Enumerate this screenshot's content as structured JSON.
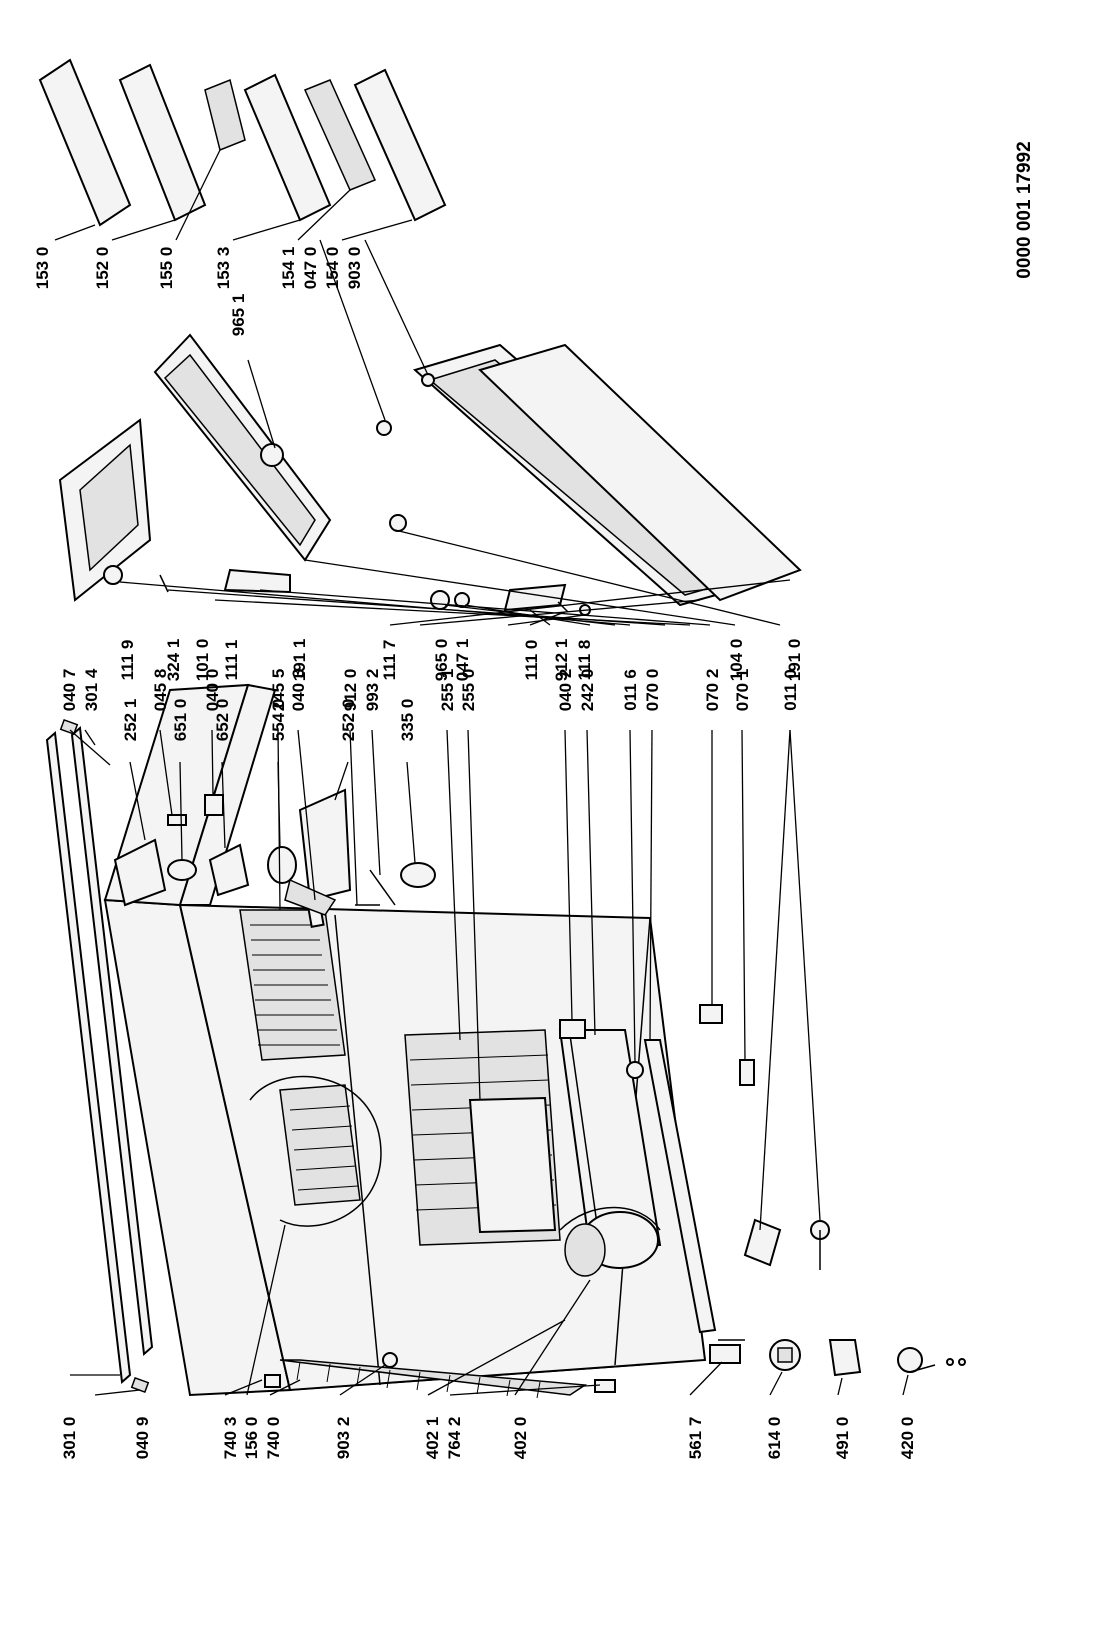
{
  "diagram": {
    "document_number": "0000 001 17992",
    "labels": {
      "p301_0": "301 0",
      "p040_9": "040 9",
      "p740_3": "740 3",
      "p156_0": "156 0",
      "p740_0": "740 0",
      "p903_2a": "903 2",
      "p402_1": "402 1",
      "p764_2": "764 2",
      "p402_0": "402 0",
      "p561_7": "561 7",
      "p614_0": "614 0",
      "p491_0": "491 0",
      "p420_0": "420 0",
      "p040_7": "040 7",
      "p301_4": "301 4",
      "p045_8": "045 8",
      "p040_0": "040 0",
      "p245_5": "245 5",
      "p040_3": "040 3",
      "p912_0": "912 0",
      "p993_2": "993 2",
      "p255_1": "255 1",
      "p255_0": "255 0",
      "p040_2": "040 2",
      "p242_0": "242 0",
      "p011_6": "011 6",
      "p070_0": "070 0",
      "p070_2": "070 2",
      "p070_1": "070 1",
      "p011_0": "011 0",
      "p252_1": "252 1",
      "p651_0": "651 0",
      "p652_0": "652 0",
      "p554_0": "554 0",
      "p252_0": "252 0",
      "p335_0": "335 0",
      "p111_9": "111 9",
      "p324_1": "324 1",
      "p101_0": "101 0",
      "p111_1": "111 1",
      "p191_1": "191 1",
      "p111_7": "111 7",
      "p965_0": "965 0",
      "p047_1": "047 1",
      "p111_0": "111 0",
      "p912_1": "912 1",
      "p111_8": "111 8",
      "p104_0": "104 0",
      "p191_0": "191 0",
      "p965_1": "965 1",
      "p153_0": "153 0",
      "p152_0": "152 0",
      "p155_0": "155 0",
      "p153_3": "153 3",
      "p154_1": "154 1",
      "p047_0": "047 0",
      "p154_0": "154 0",
      "p903_0": "903 0"
    }
  }
}
